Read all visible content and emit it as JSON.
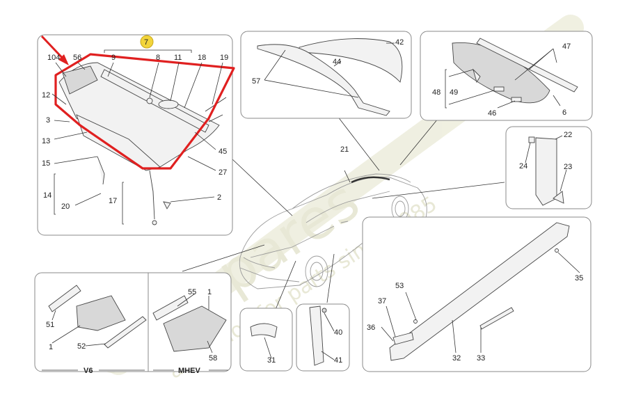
{
  "diagram": {
    "callouts": {
      "c104": "104",
      "c56": "56",
      "c7": "7",
      "c9": "9",
      "c8": "8",
      "c11": "11",
      "c18": "18",
      "c19": "19",
      "c12": "12",
      "c3": "3",
      "c13": "13",
      "c15": "15",
      "c14": "14",
      "c20": "20",
      "c17": "17",
      "c2": "2",
      "c45": "45",
      "c27": "27",
      "c57": "57",
      "c44": "44",
      "c42": "42",
      "c47": "47",
      "c48": "48",
      "c49": "49",
      "c46": "46",
      "c6": "6",
      "c21": "21",
      "c22": "22",
      "c24": "24",
      "c23": "23",
      "c35": "35",
      "c53": "53",
      "c37": "37",
      "c36": "36",
      "c32": "32",
      "c33": "33",
      "c51": "51",
      "c1a": "1",
      "c52": "52",
      "c55": "55",
      "c1b": "1",
      "c58": "58",
      "c40": "40",
      "c41": "41",
      "c31": "31"
    },
    "section_labels": {
      "v6": "V6",
      "mhev": "MHEV"
    },
    "watermark": {
      "brand": "eurospares",
      "tagline": "a passion for parts since 1985"
    },
    "colors": {
      "highlight": "#e02020",
      "callout_circle": "#f2d43a",
      "watermark": "#e6e6d2"
    }
  }
}
